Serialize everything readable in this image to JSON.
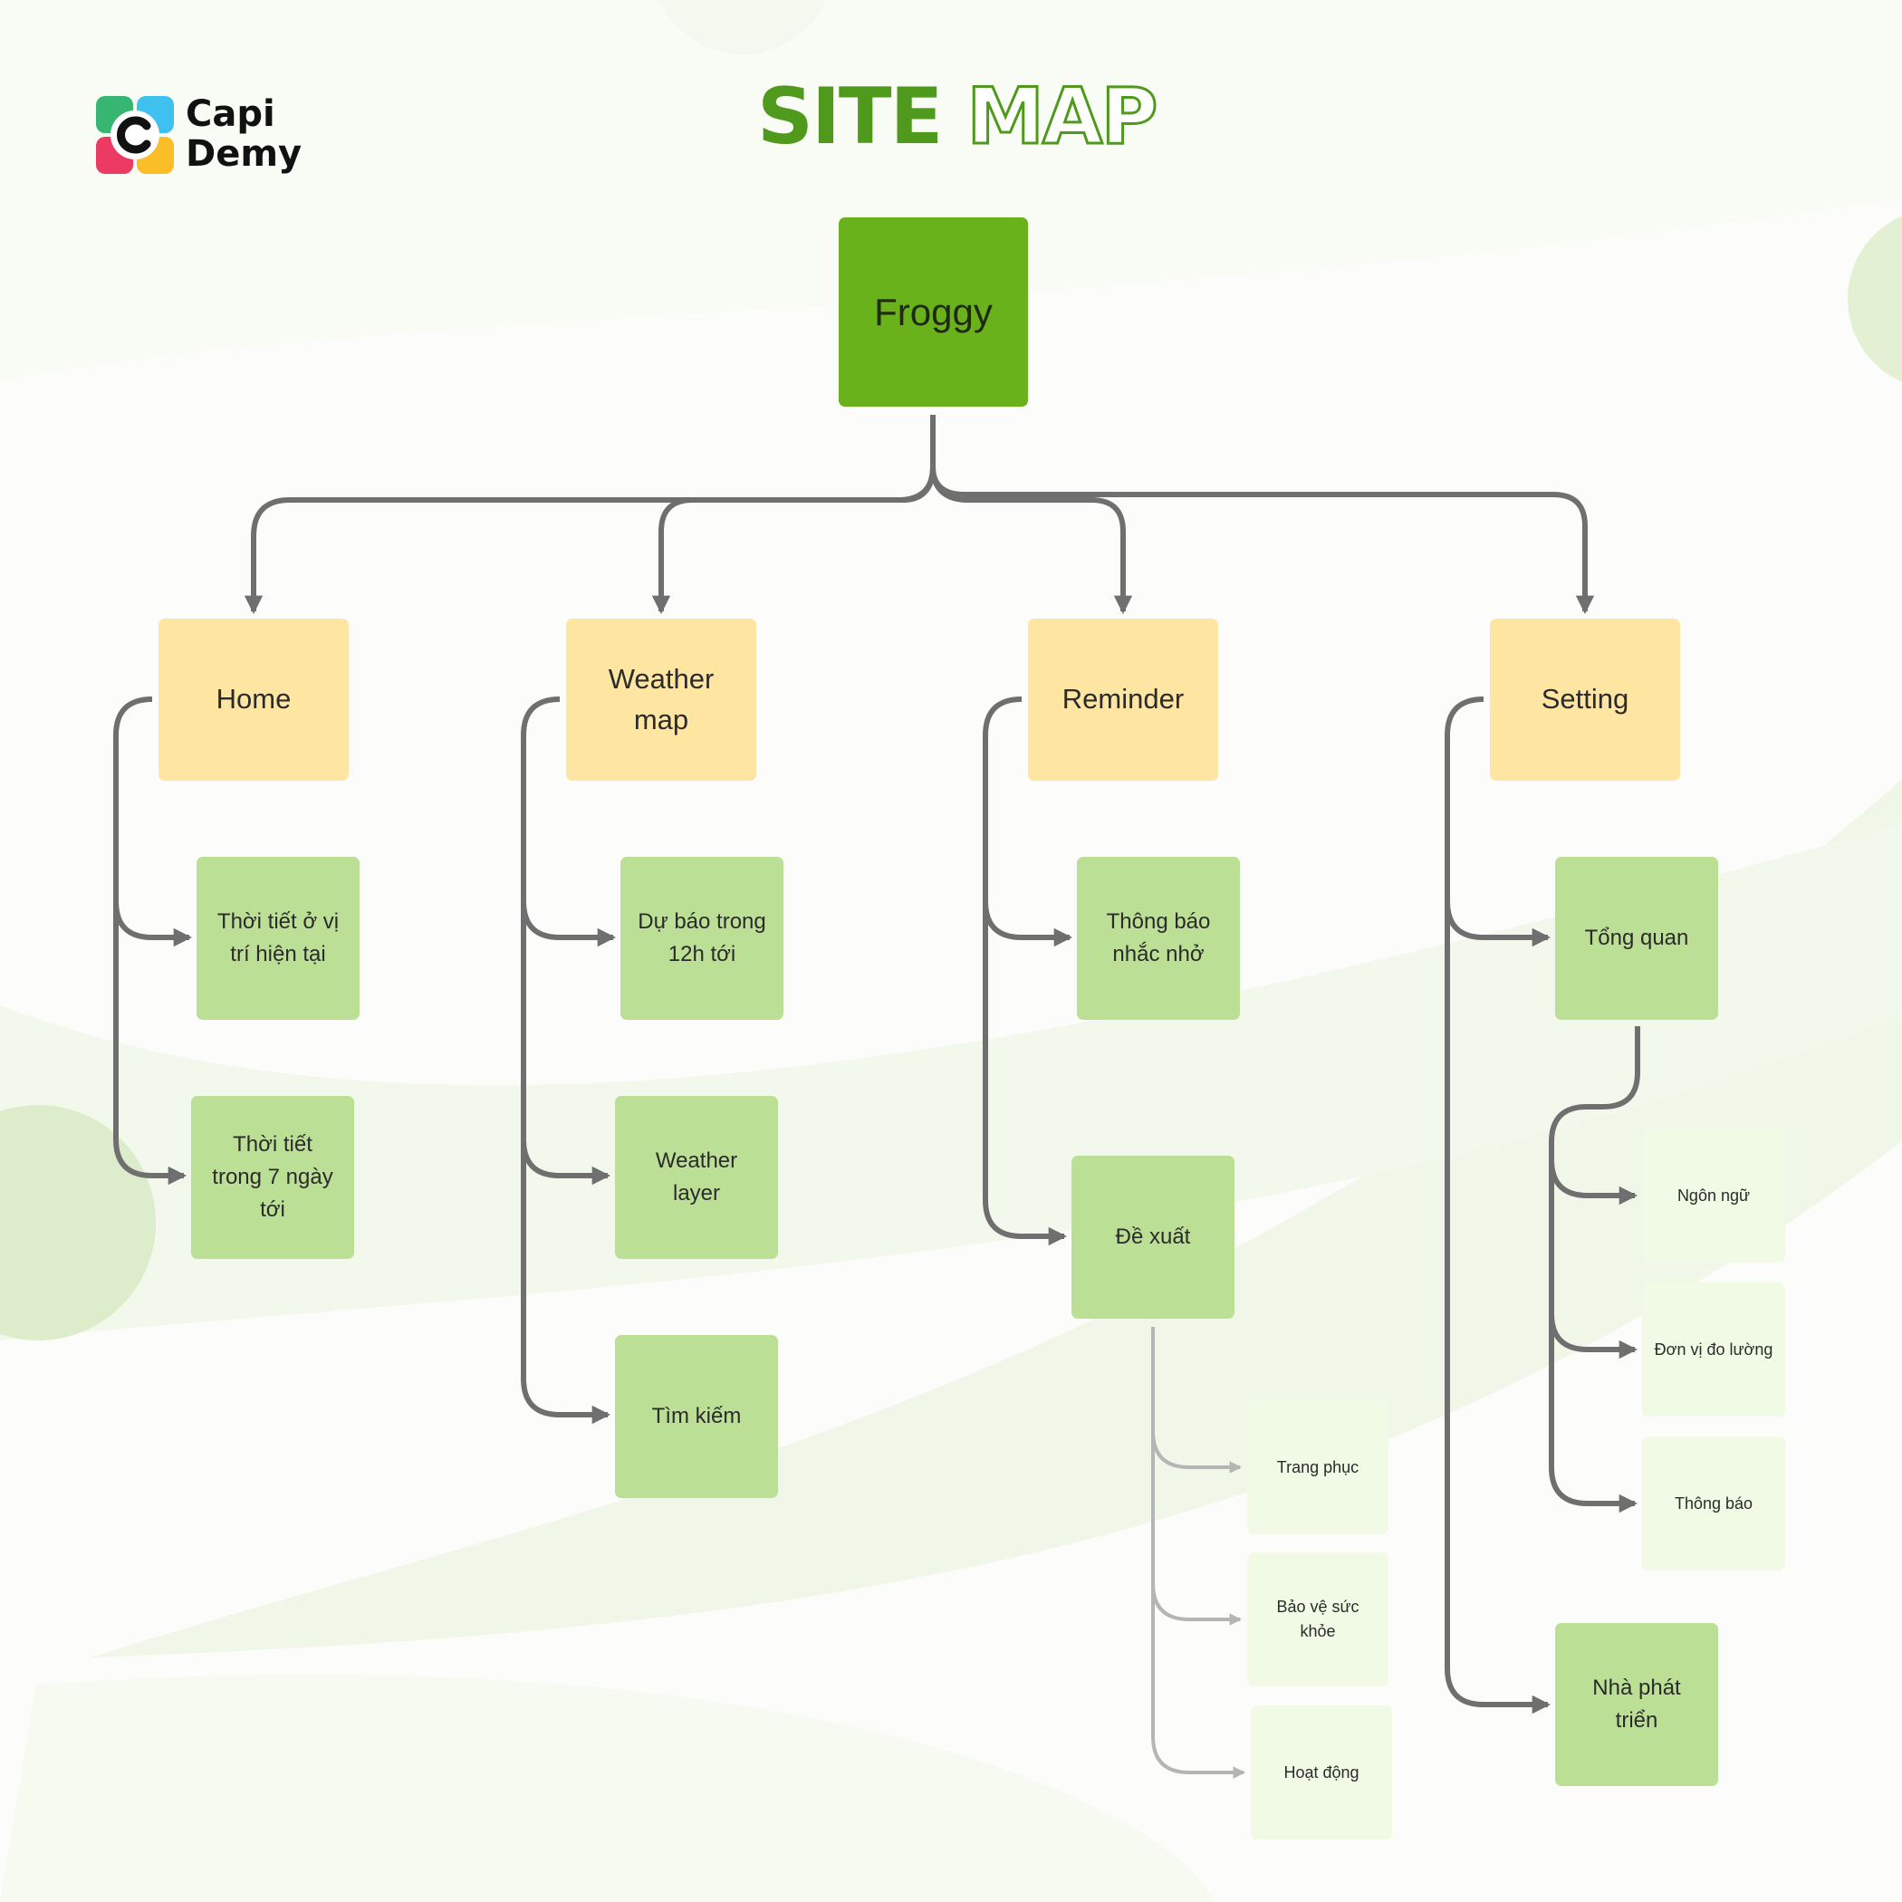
{
  "brand": {
    "line1": "Capi",
    "line2": "Demy"
  },
  "title": {
    "part1": "SITE",
    "part2": "MAP"
  },
  "sitemap": {
    "root": "Froggy",
    "sections": {
      "home": {
        "label": "Home",
        "children": {
          "current_location": "Thời tiết ở vị trí hiện tại",
          "next_7_days": "Thời tiết trong 7 ngày tới"
        }
      },
      "weather_map": {
        "label": "Weather map",
        "children": {
          "forecast_12h": "Dự báo trong 12h tới",
          "weather_layer": "Weather layer",
          "search": "Tìm kiếm"
        }
      },
      "reminder": {
        "label": "Reminder",
        "children": {
          "notification": "Thông báo nhắc nhở",
          "suggestion": "Đề xuất",
          "suggestion_children": {
            "outfit": "Trang phục",
            "health": "Bảo vệ sức khỏe",
            "activity": "Hoạt động"
          }
        }
      },
      "setting": {
        "label": "Setting",
        "children": {
          "overview": "Tổng quan",
          "overview_children": {
            "language": "Ngôn ngữ",
            "units": "Đơn vị đo lường",
            "notifications": "Thông báo"
          },
          "developer": "Nhà phát triển"
        }
      }
    }
  },
  "colors": {
    "root": "#6ab21c",
    "level1": "#fee6a2",
    "level2": "#bcdf96",
    "level3": "#f1fae5",
    "connector": "#6f6f6f",
    "connector_light": "#b5b5b5",
    "title_green": "#4f9a1c"
  }
}
